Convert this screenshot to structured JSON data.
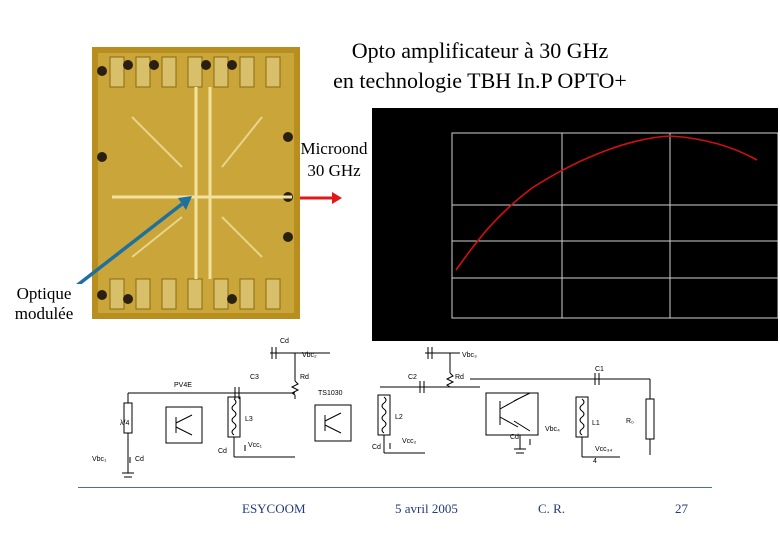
{
  "slide": {
    "title_line1": "Opto amplificateur à 30 GHz",
    "title_line2": "en technologie TBH In.P OPTO+",
    "micro_label_line1": "Microond",
    "micro_label_line2": "30 GHz",
    "optique_label_line1": "Optique",
    "optique_label_line2": "modulée"
  },
  "schematic": {
    "cd_top": "Cd",
    "vbc2": "Vbc₂",
    "vbc3": "Vbc₃",
    "c3": "C3",
    "rd_left": "Rd",
    "c2": "C2",
    "rd_right": "Rd",
    "c1": "C1",
    "pv4e": "PV4E",
    "ts1030": "TS1030",
    "lambda4": "λ/4",
    "l3": "L3",
    "l2": "L2",
    "l1": "L1",
    "ro": "R₀",
    "vbc1": "Vbc₁",
    "cd_left": "Cd",
    "cd_mid1": "Cd",
    "vcc1": "Vcc₁",
    "cd_mid2": "Cd",
    "vcc2": "Vcc₂",
    "cd_right": "Cd",
    "vbc4": "Vbc₄",
    "vcc34": "Vcc₃₄",
    "four": "4"
  },
  "footer": {
    "org": "ESYCOOM",
    "date": "5 avril 2005",
    "author": "C. R.",
    "page": "27"
  },
  "colors": {
    "chip_gold": "#c9a227",
    "scope_trace": "#d01010",
    "arrow_red": "#e01818",
    "arrow_blue": "#1f6f9f",
    "footer_line": "#4a6fa5",
    "footer_text": "#223a7a"
  }
}
